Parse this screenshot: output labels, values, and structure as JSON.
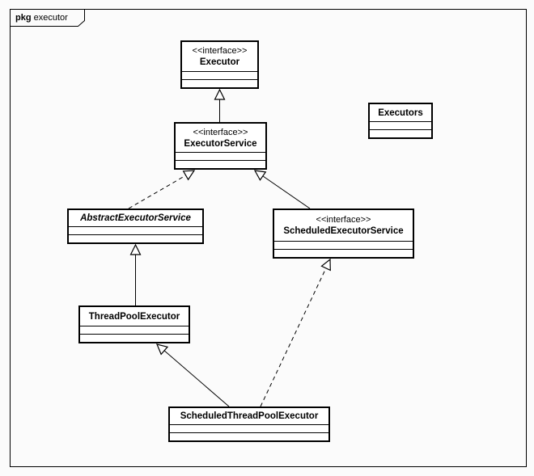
{
  "frame": {
    "keyword": "pkg",
    "name": "executor"
  },
  "diagram": {
    "classes": [
      {
        "id": "executor",
        "stereotype": "<<interface>>",
        "name": "Executor",
        "abstract": false
      },
      {
        "id": "executor-service",
        "stereotype": "<<interface>>",
        "name": "ExecutorService",
        "abstract": false
      },
      {
        "id": "executors",
        "stereotype": "",
        "name": "Executors",
        "abstract": false
      },
      {
        "id": "abstract-executor-service",
        "stereotype": "",
        "name": "AbstractExecutorService",
        "abstract": true
      },
      {
        "id": "scheduled-executor-service",
        "stereotype": "<<interface>>",
        "name": "ScheduledExecutorService",
        "abstract": false
      },
      {
        "id": "thread-pool-executor",
        "stereotype": "",
        "name": "ThreadPoolExecutor",
        "abstract": false
      },
      {
        "id": "scheduled-thread-pool-executor",
        "stereotype": "",
        "name": "ScheduledThreadPoolExecutor",
        "abstract": false
      }
    ],
    "relationships": [
      {
        "from": "ExecutorService",
        "to": "Executor",
        "type": "generalization",
        "line": "solid"
      },
      {
        "from": "AbstractExecutorService",
        "to": "ExecutorService",
        "type": "realization",
        "line": "dashed"
      },
      {
        "from": "ScheduledExecutorService",
        "to": "ExecutorService",
        "type": "generalization",
        "line": "solid"
      },
      {
        "from": "ThreadPoolExecutor",
        "to": "AbstractExecutorService",
        "type": "generalization",
        "line": "solid"
      },
      {
        "from": "ScheduledThreadPoolExecutor",
        "to": "ThreadPoolExecutor",
        "type": "generalization",
        "line": "solid"
      },
      {
        "from": "ScheduledThreadPoolExecutor",
        "to": "ScheduledExecutorService",
        "type": "realization",
        "line": "dashed"
      }
    ]
  }
}
